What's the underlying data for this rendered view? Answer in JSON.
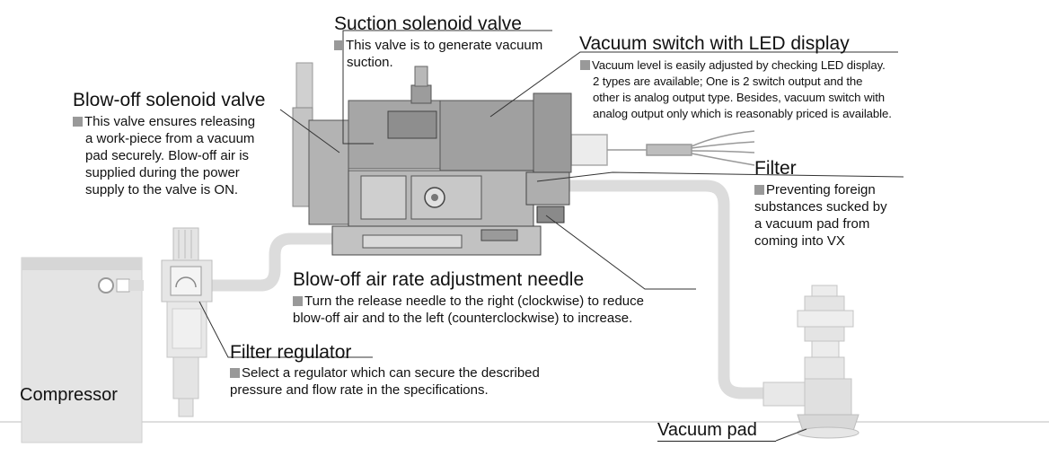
{
  "callouts": {
    "suction_valve": {
      "title": "Suction solenoid valve",
      "lines": [
        "This valve is to generate vacuum",
        "suction."
      ]
    },
    "vacuum_switch": {
      "title": "Vacuum switch with LED display",
      "lines": [
        "Vacuum level is easily adjusted by checking LED display.",
        "2 types are available;  One is 2 switch output and the",
        "other is analog output type. Besides, vacuum switch with",
        "analog output only which is reasonably priced is available."
      ]
    },
    "blowoff_valve": {
      "title": "Blow-off solenoid valve",
      "lines": [
        "This valve ensures releasing",
        "a work-piece from a vacuum",
        "pad securely. Blow-off air is",
        "supplied during the power",
        "supply to the valve is ON."
      ]
    },
    "filter": {
      "title": "Filter",
      "lines": [
        "Preventing foreign",
        "substances sucked by",
        "a vacuum pad from",
        "coming into VX"
      ]
    },
    "needle": {
      "title": "Blow-off air rate adjustment needle",
      "lines": [
        "Turn the release needle to the right (clockwise) to reduce",
        "blow-off air and to the left (counterclockwise) to increase."
      ]
    },
    "regulator": {
      "title": "Filter regulator",
      "lines": [
        "Select a regulator which can secure the described",
        "pressure and flow rate in the specifications."
      ]
    }
  },
  "labels": {
    "compressor": "Compressor",
    "vacuum_pad": "Vacuum pad"
  },
  "colors": {
    "device_fill": "#a8a8a8",
    "device_dark": "#5a5a5a",
    "pipe": "#dcdcdc",
    "bullet": "#999999"
  }
}
